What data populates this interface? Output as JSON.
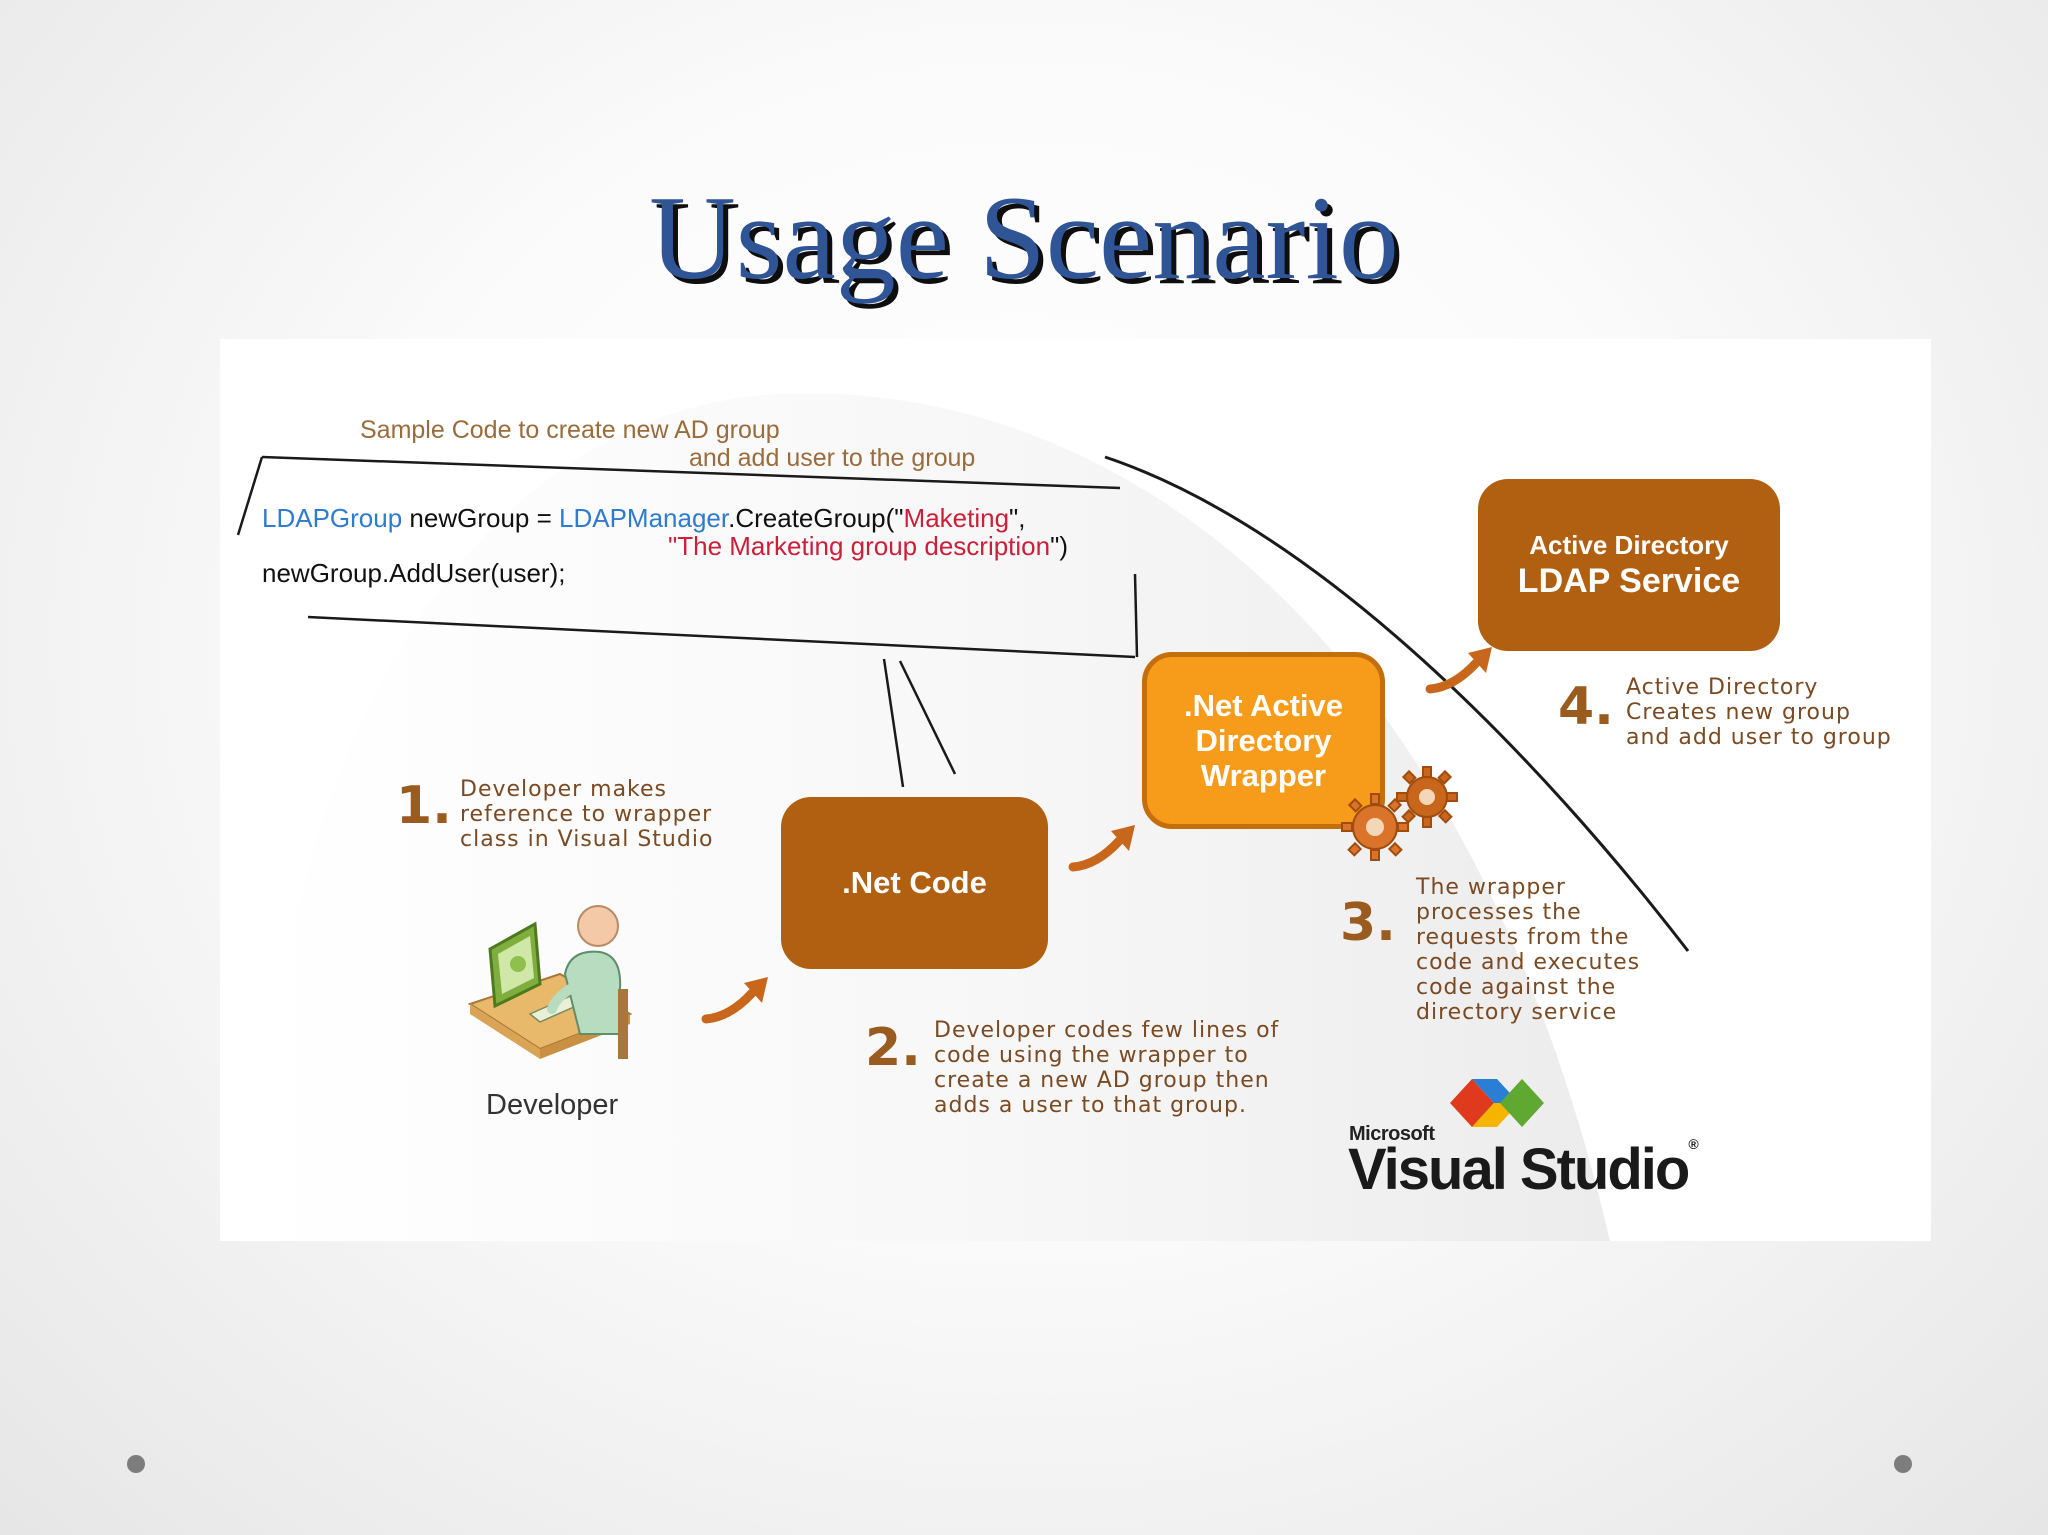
{
  "slide": {
    "title": "Usage Scenario"
  },
  "code_sample": {
    "caption_line1": "Sample Code to create new  AD group",
    "caption_line2": "and add user to the group",
    "line1": {
      "type_name": "LDAPGroup",
      "var_assign": " newGroup = ",
      "manager_name": "LDAPManager",
      "method_call": ".CreateGroup(\"",
      "group_name": "Maketing",
      "separator": "\","
    },
    "line2": {
      "open_quote": "\"",
      "description": "The Marketing group description",
      "close": "\")"
    },
    "line3": "newGroup.AddUser(user);"
  },
  "boxes": {
    "ad_line1": "Active Directory",
    "ad_line2": "LDAP Service",
    "wrapper": ".Net Active Directory Wrapper",
    "net_code": ".Net Code"
  },
  "steps": [
    {
      "number": "1.",
      "lines": [
        "Developer makes",
        "reference to wrapper",
        "class in Visual Studio"
      ]
    },
    {
      "number": "2.",
      "lines": [
        "Developer codes few  lines of",
        "code using the wrapper to",
        "create a new AD group then",
        "adds a user to that group."
      ]
    },
    {
      "number": "3.",
      "lines": [
        "The wrapper",
        "processes the",
        "requests from the",
        "code and executes",
        "code against the",
        "directory service"
      ]
    },
    {
      "number": "4.",
      "lines": [
        "Active Directory",
        "Creates new  group",
        "and add user to group"
      ]
    }
  ],
  "developer": {
    "label": "Developer",
    "icon": "developer-at-computer-icon"
  },
  "logo": {
    "vendor": "Microsoft",
    "product": "Visual Studio",
    "mark": "®"
  },
  "colors": {
    "title": "#2f5597",
    "brown_box": "#b06010",
    "orange_box": "#f79b1a",
    "step_text": "#7a4a22",
    "code_blue": "#2e7bcf",
    "code_red": "#cc1f3a"
  }
}
